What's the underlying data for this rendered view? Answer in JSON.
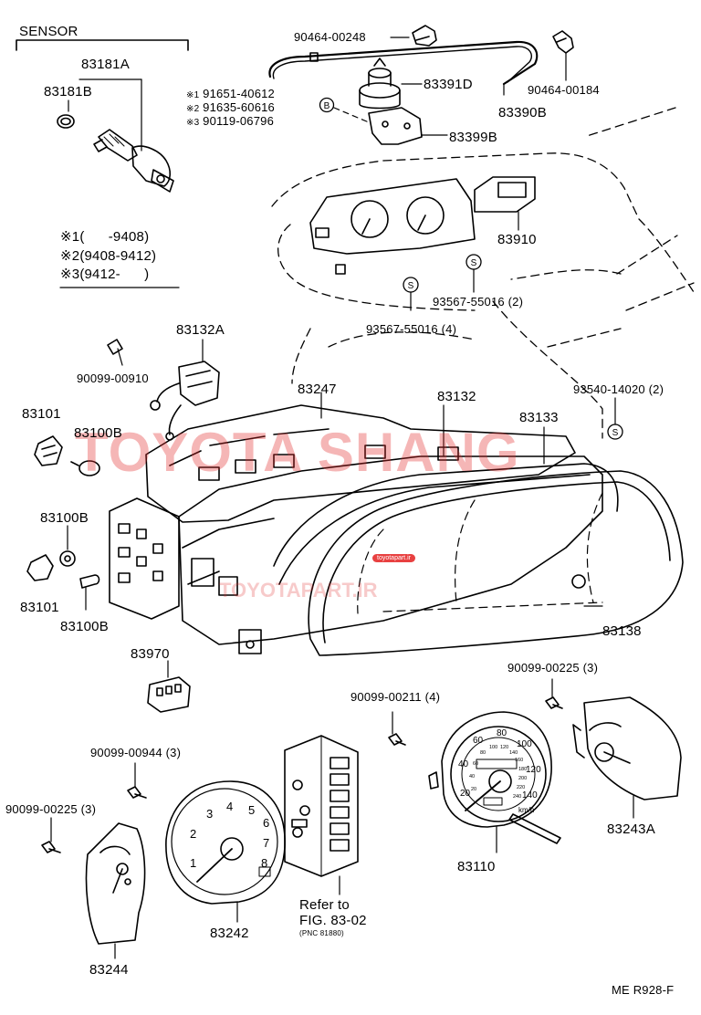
{
  "figure_id": "ME R928-F",
  "sensor_header": "SENSOR",
  "notes": [
    {
      "mark": "※1",
      "range": "(      -9408)"
    },
    {
      "mark": "※2",
      "range": "(9408-9412)"
    },
    {
      "mark": "※3",
      "range": "(9412-      )"
    }
  ],
  "bolt_variants": [
    {
      "mark": "※1",
      "part": "91651-40612"
    },
    {
      "mark": "※2",
      "part": "91635-60616"
    },
    {
      "mark": "※3",
      "part": "90119-06796"
    }
  ],
  "callouts": {
    "p83181A": "83181A",
    "p83181B": "83181B",
    "p90464_00248": "90464-00248",
    "p83391D": "83391D",
    "p90464_00184": "90464-00184",
    "p83390B": "83390B",
    "p83399B": "83399B",
    "p83910": "83910",
    "p93567_2": "93567-55016 (2)",
    "p93567_4": "93567-55016 (4)",
    "p83132A": "83132A",
    "p90099_00910": "90099-00910",
    "p83101a": "83101",
    "p83100Ba": "83100B",
    "p83247": "83247",
    "p83132": "83132",
    "p83133": "83133",
    "p93540": "93540-14020 (2)",
    "p83100Bb": "83100B",
    "p83101b": "83101",
    "p83100Bc": "83100B",
    "p83138": "83138",
    "p83970": "83970",
    "p90099_00225a": "90099-00225 (3)",
    "p90099_00211": "90099-00211 (4)",
    "p90099_00944": "90099-00944 (3)",
    "p90099_00225b": "90099-00225 (3)",
    "p83243A": "83243A",
    "p83110": "83110",
    "p83244": "83244",
    "p83242": "83242"
  },
  "markers": {
    "b": "B",
    "s": "S"
  },
  "refer": {
    "line1": "Refer to",
    "line2": "FIG. 83-02",
    "line3": "(PNC 81880)"
  },
  "watermark": {
    "brand": "TOYOTA SHANG",
    "url": "TOYOTAPART.IR",
    "pill": "toyotapart.ir"
  },
  "tach_numbers": [
    "1",
    "2",
    "3",
    "4",
    "5",
    "6",
    "7",
    "8"
  ],
  "speedo_numbers": [
    "20",
    "40",
    "60",
    "80",
    "100",
    "120",
    "140"
  ],
  "speedo_inner": [
    "20",
    "40",
    "60",
    "80",
    "100",
    "120",
    "140",
    "160",
    "180",
    "200",
    "220",
    "240"
  ],
  "speedo_unit": "km/h"
}
